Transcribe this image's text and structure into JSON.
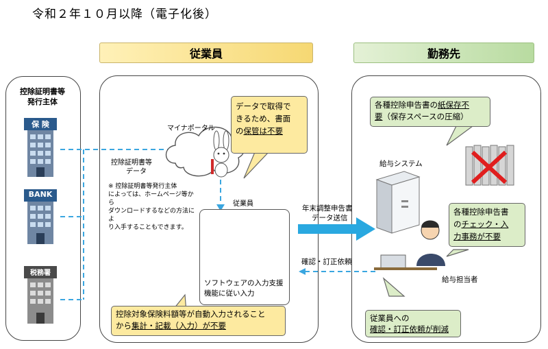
{
  "page_title": "令和２年１０月以降（電子化後）",
  "banners": {
    "employee": "従業員",
    "workplace": "勤務先"
  },
  "issuer": {
    "title_line1": "控除証明書等",
    "title_line2": "発行主体",
    "buildings": [
      {
        "sign": "保 険",
        "color": "#2a5a8c"
      },
      {
        "sign": "BANK",
        "color": "#2a5a8c"
      },
      {
        "sign": "税務署",
        "color": "#4a4a4a"
      }
    ]
  },
  "employee_area": {
    "portal_label": "マイナポータル",
    "cert_data_line1": "控除証明書等",
    "cert_data_line2": "データ",
    "note_line1": "※ 控除証明書等発行主体",
    "note_line2": "によっては、ホームページ等から",
    "note_line3": "ダウンロードするなどの方法によ",
    "note_line4": "り入手することもできます。",
    "employee_label": "従業員",
    "software_line1": "ソフトウェアの入力支援",
    "software_line2": "機能に従い入力",
    "callout_top": {
      "line1": "データで取得で",
      "line2": "きるため、書面",
      "line3_pre": "の",
      "line3_u": "保管は不要"
    },
    "callout_bottom": {
      "line1": "控除対象保険料額等が自動入力されること",
      "line2_pre": "から",
      "line2_u": "集計・記載（入力）が不要"
    }
  },
  "flows": {
    "send_line1": "年末調整申告書",
    "send_line2": "データ送信",
    "confirm": "確認・訂正依頼"
  },
  "workplace_area": {
    "callout_top": {
      "line1_pre": "各種控除申告書の",
      "line1_u": "紙保存不",
      "line2_u": "要",
      "line2_post": "（保存スペースの圧縮）"
    },
    "payroll_system": "給与システム",
    "callout_mid": {
      "line1": "各種控除申告書",
      "line2_pre": "の",
      "line2_u": "チェック・入",
      "line3_u": "力事務が不要"
    },
    "payroll_staff": "給与担当者",
    "callout_bottom": {
      "line1": "従業員への",
      "line2_u": "確認・訂正依頼が削減"
    }
  },
  "colors": {
    "yellow_callout": "#fdeaa0",
    "green_callout": "#dcedc8",
    "arrow_blue": "#29a8e0",
    "dash_blue": "#3aa6e0"
  }
}
